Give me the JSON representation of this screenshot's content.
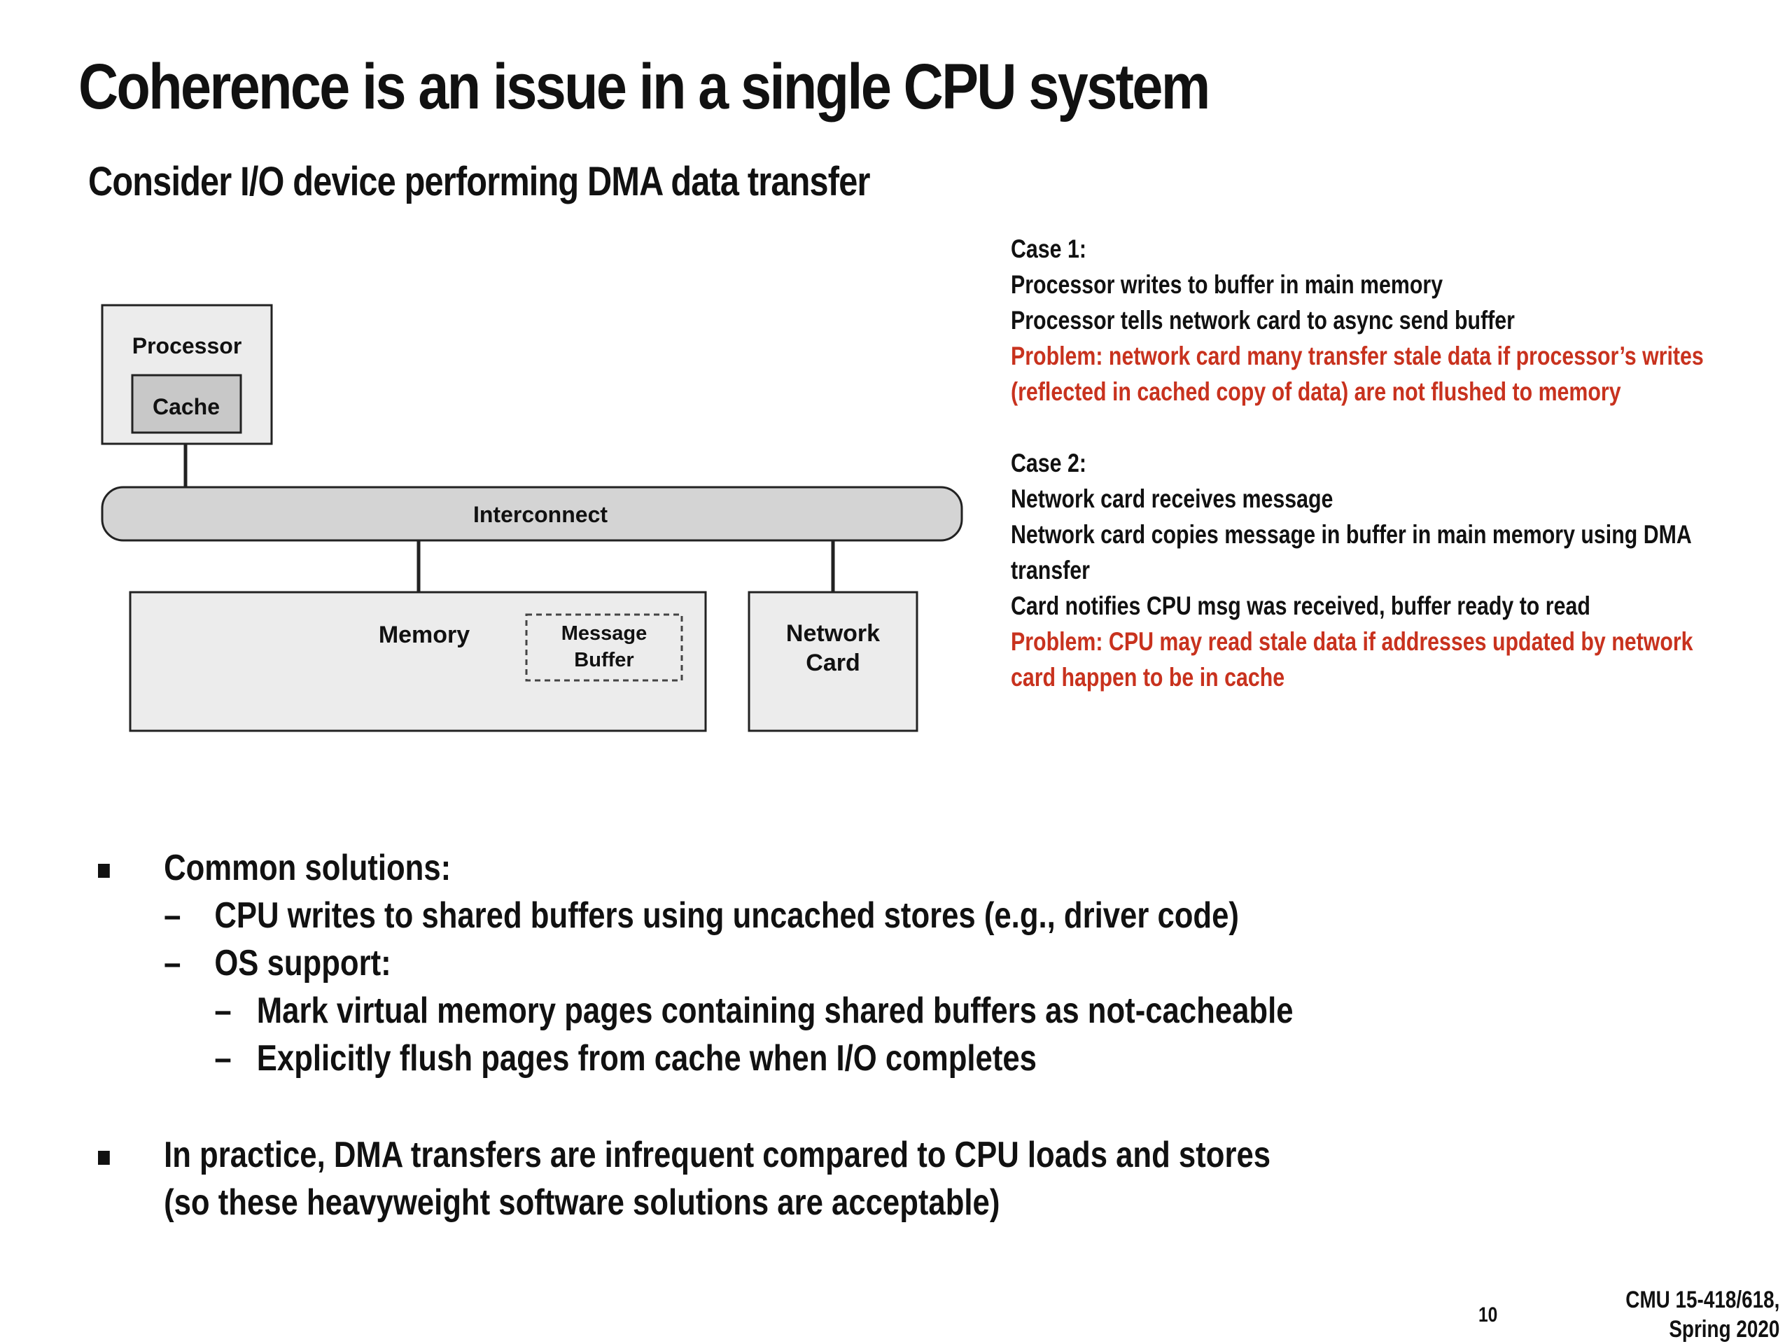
{
  "slide": {
    "title": "Coherence is an issue in a single CPU system",
    "subtitle": "Consider I/O device performing DMA data transfer",
    "page_number": "10",
    "course_line1": "CMU 15-418/618,",
    "course_line2": "Spring 2020"
  },
  "diagram": {
    "processor_label": "Processor",
    "cache_label": "Cache",
    "interconnect_label": "Interconnect",
    "memory_label": "Memory",
    "message_buffer_line1": "Message",
    "message_buffer_line2": "Buffer",
    "network_card_line1": "Network",
    "network_card_line2": "Card"
  },
  "cases": {
    "case1_heading": "Case 1:",
    "case1_line1": "Processor writes to buffer in main memory",
    "case1_line2": "Processor tells network card to async send buffer",
    "case1_problem_line1": "Problem: network card many transfer stale data if processor’s writes",
    "case1_problem_line2": "(reflected in cached copy of data) are not flushed to memory",
    "case2_heading": "Case 2:",
    "case2_line1": "Network card receives message",
    "case2_line2a": "Network card copies message in buffer in main memory using DMA",
    "case2_line2b": "transfer",
    "case2_line3": "Card notifies CPU msg was received, buffer ready to read",
    "case2_problem_line1": "Problem: CPU may read stale data if addresses updated by network",
    "case2_problem_line2": "card happen to be in cache"
  },
  "bullets": {
    "b1": "Common solutions:",
    "b1_sub1": "CPU writes to shared buffers using uncached stores (e.g., driver code)",
    "b1_sub2": "OS support:",
    "b1_sub2_a": "Mark virtual memory pages containing shared buffers as not-cacheable",
    "b1_sub2_b": "Explicitly flush pages from cache when I/O completes",
    "b2_line1": "In practice, DMA transfers are infrequent compared to CPU loads and stores",
    "b2_line2": "(so these heavyweight software solutions are acceptable)",
    "dash": "–"
  },
  "colors": {
    "problem_text": "#c8321e",
    "box_fill": "#ececec",
    "cache_fill": "#c8c8c8",
    "interconnect_fill": "#d4d4d4"
  }
}
